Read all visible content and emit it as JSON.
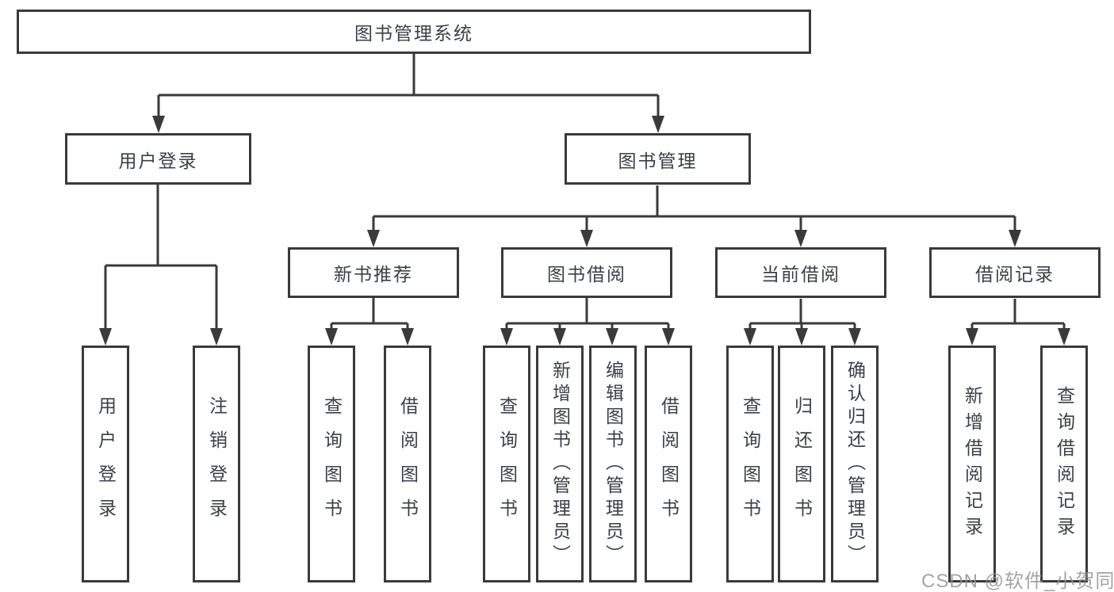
{
  "nodes": {
    "root": "图书管理系统",
    "user_login": "用户登录",
    "book_management": "图书管理",
    "new_book_recommend": "新书推荐",
    "book_borrow": "图书借阅",
    "current_borrow": "当前借阅",
    "borrow_record": "借阅记录",
    "leaf_user_login": "用户登录",
    "leaf_logout": "注销登录",
    "leaf_recommend_query_book": "查询图书",
    "leaf_recommend_borrow_book": "借阅图书",
    "leaf_borrow_query_book": "查询图书",
    "leaf_borrow_add_book": "新增图书（管理员）",
    "leaf_borrow_edit_book": "编辑图书（管理员）",
    "leaf_borrow_borrow_book": "借阅图书",
    "leaf_current_query_book": "查询图书",
    "leaf_current_return_book": "归还图书",
    "leaf_current_confirm_return": "确认归还（管理员）",
    "leaf_record_add_record": "新增借阅记录",
    "leaf_record_query_record": "查询借阅记录"
  },
  "watermark": "CSDN @软件_小贺同学",
  "colors": {
    "line": "#3a3a3a",
    "text": "#3b3f47",
    "watermark": "#949494",
    "background": "#ffffff"
  }
}
